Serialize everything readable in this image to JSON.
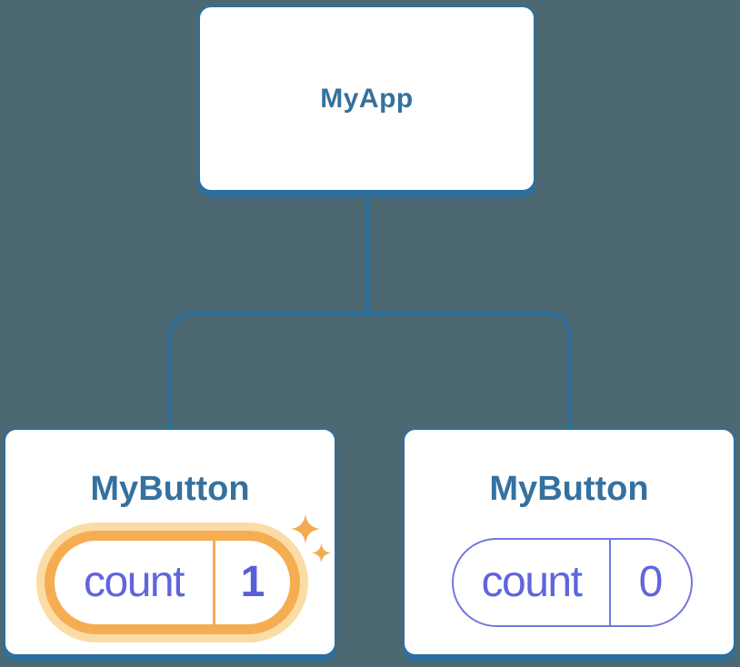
{
  "tree": {
    "root": {
      "label": "MyApp"
    },
    "children": [
      {
        "label": "MyButton",
        "state": {
          "name": "count",
          "value": "1"
        },
        "highlighted": true
      },
      {
        "label": "MyButton",
        "state": {
          "name": "count",
          "value": "0"
        },
        "highlighted": false
      }
    ]
  },
  "icons": {
    "sparkle_large": "sparkle-icon",
    "sparkle_small": "sparkle-icon"
  },
  "colors": {
    "background": "#4C6873",
    "node_stroke": "#2E6F9E",
    "node_label_blue": "#35719F",
    "state_purple": "#6065DB",
    "state_value_bold_purple": "#585ED9",
    "pill_border_purple": "#7377DE",
    "highlight_ring_orange": "#F6AD52",
    "highlight_glow_orange": "#FBDCA6",
    "sparkle_orange": "#F2AB52"
  }
}
